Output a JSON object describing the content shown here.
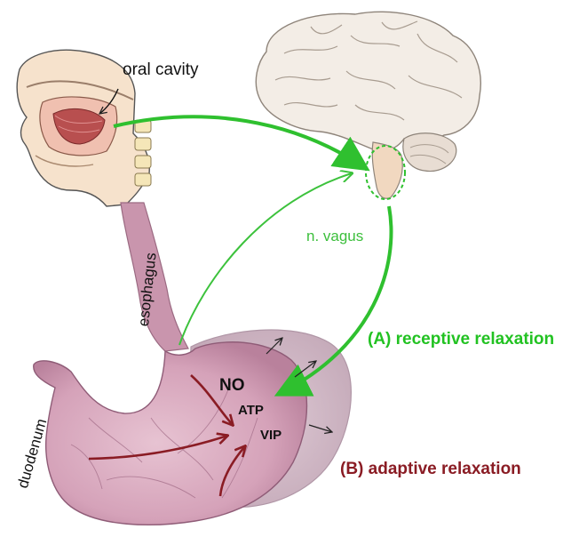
{
  "labels": {
    "oral_cavity": "oral cavity",
    "vagus": "n. vagus",
    "esophagus": "esophagus",
    "duodenum": "duodenum",
    "receptive": "(A) receptive relaxation",
    "adaptive": "(B) adaptive relaxation",
    "no": "NO",
    "atp": "ATP",
    "vip": "VIP"
  },
  "colors": {
    "green": "#3cc23c",
    "dark_red": "#8a1c24",
    "stomach_pink": "#c88ea8",
    "brain": "#f2ece4"
  },
  "icons": [
    "head-sagittal-icon",
    "brain-icon",
    "stomach-icon",
    "esophagus-icon"
  ]
}
